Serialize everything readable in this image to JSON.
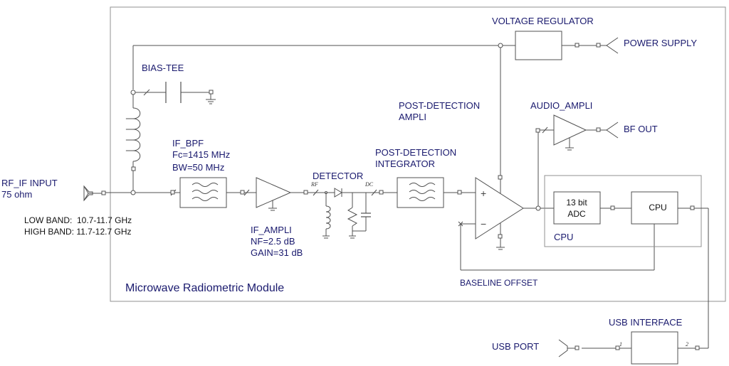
{
  "module": {
    "title": "Microwave Radiometric Module"
  },
  "labels": {
    "voltage_regulator": "VOLTAGE REGULATOR",
    "power_supply": "POWER SUPPLY",
    "bias_tee": "BIAS-TEE",
    "post_det_ampli_1": "POST-DETECTION",
    "post_det_ampli_2": "AMPLI",
    "audio_ampli": "AUDIO_AMPLI",
    "bf_out": "BF OUT",
    "if_bpf": "IF_BPF",
    "if_bpf_fc": "Fc=1415 MHz",
    "if_bpf_bw": "BW=50 MHz",
    "detector": "DETECTOR",
    "post_det_int_1": "POST-DETECTION",
    "post_det_int_2": "INTEGRATOR",
    "rf_if_input": "RF_IF INPUT",
    "impedance": "75 ohm",
    "low_band": "LOW BAND:  10.7-11.7 GHz",
    "high_band": "HIGH BAND: 11.7-12.7 GHz",
    "if_ampli": "IF_AMPLI",
    "if_ampli_nf": "NF=2.5 dB",
    "if_ampli_gain": "GAIN=31 dB",
    "adc_1": "13 bit",
    "adc_2": "ADC",
    "cpu_block": "CPU",
    "cpu_group": "CPU",
    "baseline_offset": "BASELINE OFFSET",
    "usb_interface": "USB INTERFACE",
    "usb_port": "USB PORT",
    "pin_rf": "RF",
    "pin_dc": "DC",
    "pin_1": "1",
    "pin_2": "2",
    "opamp_plus": "+",
    "opamp_minus": "−"
  }
}
